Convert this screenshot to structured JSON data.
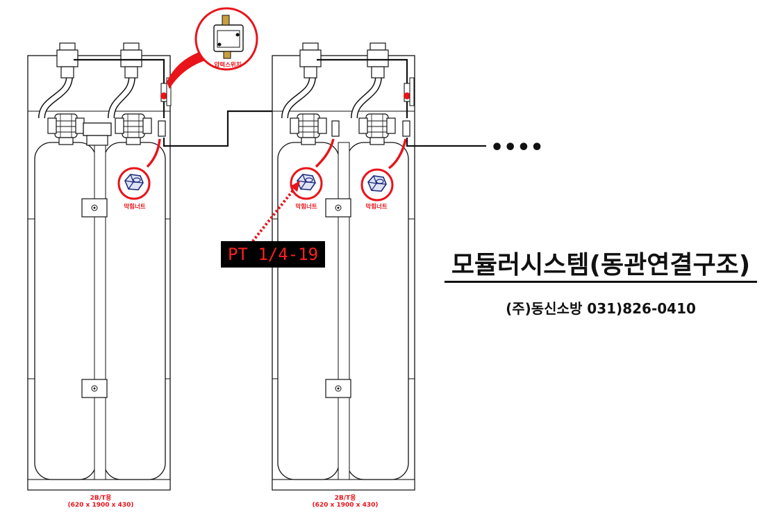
{
  "callouts": {
    "pressure_switch": "압력스위치",
    "plug_nut": "막힘너트"
  },
  "pipe_spec": "PT 1/4-19",
  "continuation_marker": "••••",
  "racks": [
    {
      "caption_line1": "2B/T용",
      "caption_line2": "(620 x 1900 x 430)"
    },
    {
      "caption_line1": "2B/T용",
      "caption_line2": "(620 x 1900 x 430)"
    }
  ],
  "title": "모듈러시스템(동관연결구조)",
  "company": "(주)동신소방  031)826-0410",
  "colors": {
    "accent": "#e8141a",
    "line": "#111111",
    "label_bg": "#000000"
  }
}
